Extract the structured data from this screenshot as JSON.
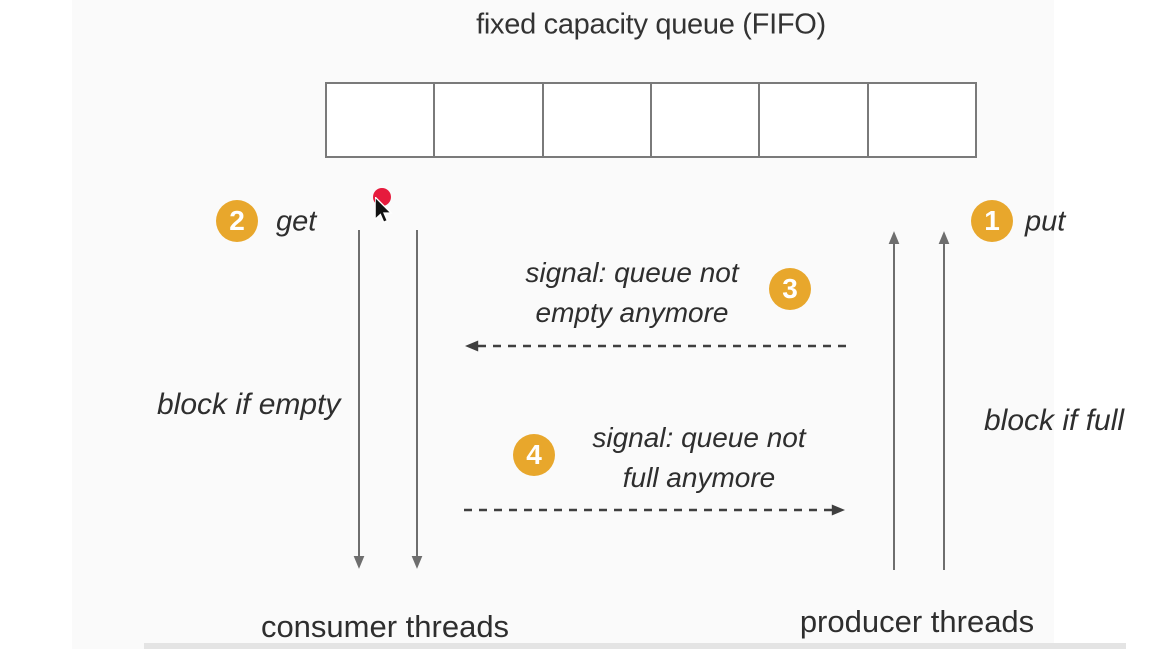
{
  "title": "fixed capacity queue (FIFO)",
  "queue": {
    "cell_count": 6,
    "cells": [
      "",
      "",
      "",
      "",
      "",
      ""
    ]
  },
  "consumer": {
    "step_number": "2",
    "action_label": "get",
    "block_label": "block if empty",
    "group_label": "consumer threads"
  },
  "producer": {
    "step_number": "1",
    "action_label": "put",
    "block_label": "block if full",
    "group_label": "producer threads"
  },
  "signal_not_empty": {
    "step_number": "3",
    "text": "signal: queue not\nempty anymore",
    "direction": "left"
  },
  "signal_not_full": {
    "step_number": "4",
    "text": "signal: queue not\nfull anymore",
    "direction": "right"
  },
  "colors": {
    "page": "#FFFFFF",
    "background": "#FAFAFA",
    "badge": "#E8A72C",
    "text": "#2E2E2E",
    "arrow": "#6E6E6E",
    "dashed_arrow": "#3F3F3F",
    "queue_border": "#7A7A7A",
    "click_dot": "#E61B3D",
    "bottom_bar": "#E4E4E4"
  }
}
